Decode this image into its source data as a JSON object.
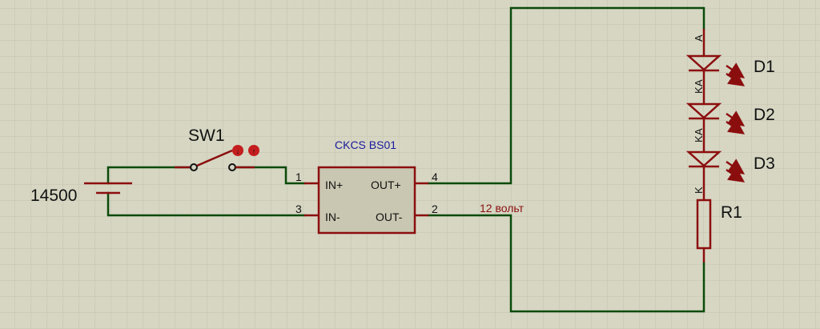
{
  "colors": {
    "background": "#d6d6c3",
    "grid": "#c3c3ae",
    "wire": "#0a4a0a",
    "component": "#8b0e0e",
    "module_fill": "#c9c7b1",
    "module_label": "#1a1a9e",
    "net_label": "#8b0e0e",
    "text": "#111111"
  },
  "battery": {
    "label": "14500"
  },
  "switch": {
    "label": "SW1",
    "icons": [
      "switch-toggle-icon",
      "switch-toggle-icon"
    ]
  },
  "module": {
    "label": "CKCS BS01",
    "pins": {
      "in_plus": {
        "number": "1",
        "name": "IN+"
      },
      "in_minus": {
        "number": "3",
        "name": "IN-"
      },
      "out_plus": {
        "number": "4",
        "name": "OUT+"
      },
      "out_minus": {
        "number": "2",
        "name": "OUT-"
      }
    }
  },
  "net_label": "12 вольт",
  "leds": [
    {
      "label": "D1",
      "pin_top": "A",
      "pin_bottom": "K"
    },
    {
      "label": "D2",
      "pin_top": "A",
      "pin_bottom": "K"
    },
    {
      "label": "D3",
      "pin_top": "A",
      "pin_bottom": "K"
    }
  ],
  "resistor": {
    "label": "R1"
  }
}
